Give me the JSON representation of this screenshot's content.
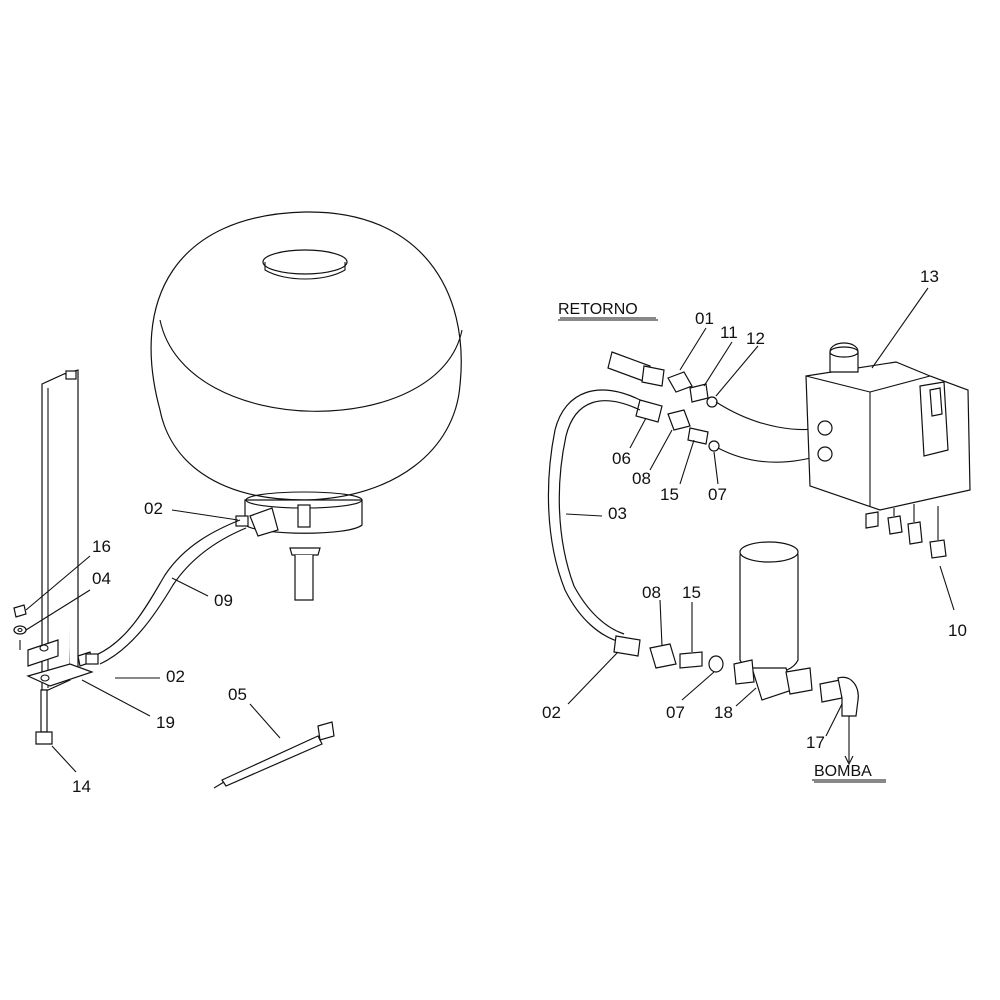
{
  "diagram": {
    "labels": {
      "retorno": "RETORNO",
      "bomba": "BOMBA",
      "p01": "01",
      "p02a": "02",
      "p02b": "02",
      "p02c": "02",
      "p03": "03",
      "p04": "04",
      "p05": "05",
      "p06": "06",
      "p07a": "07",
      "p07b": "07",
      "p08a": "08",
      "p08b": "08",
      "p09": "09",
      "p10": "10",
      "p11": "11",
      "p12": "12",
      "p13": "13",
      "p14": "14",
      "p15a": "15",
      "p15b": "15",
      "p16": "16",
      "p17": "17",
      "p18": "18",
      "p19": "19"
    }
  }
}
